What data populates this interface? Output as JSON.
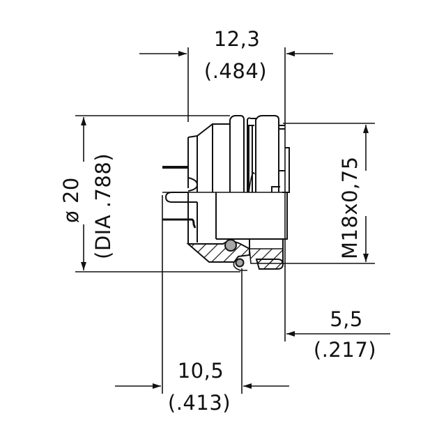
{
  "drawing": {
    "title": "Panel-mount circular connector side view with dimensions",
    "units": [
      "mm",
      "inch"
    ],
    "line_color": "#111111",
    "seal_color": "#a6a6a6"
  },
  "dimensions": {
    "top_width": {
      "mm": "12,3",
      "inch": "(.484)"
    },
    "diameter": {
      "mm": "ø 20",
      "inch": "(DIA .788)"
    },
    "thread": {
      "label": "M18x0,75"
    },
    "front_length": {
      "mm": "5,5",
      "inch": "(.217)"
    },
    "bottom_length": {
      "mm": "10,5",
      "inch": "(.413)"
    }
  }
}
